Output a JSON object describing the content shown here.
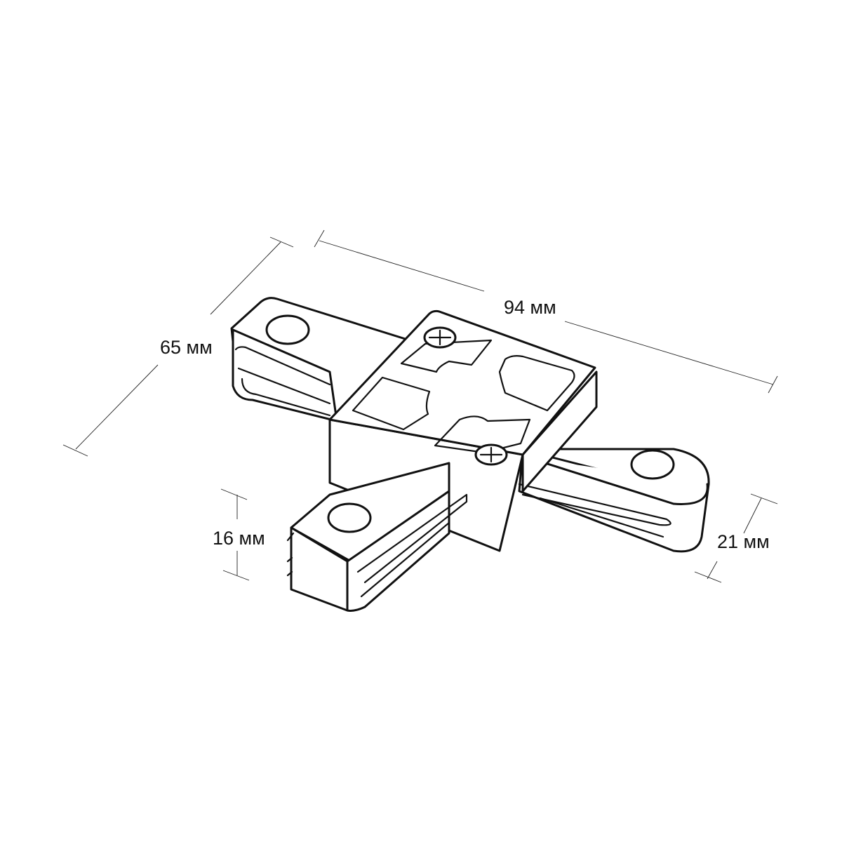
{
  "dimensions": {
    "length": "94 мм",
    "width": "65 мм",
    "arm_height": "16 мм",
    "body_height": "21 мм"
  },
  "colors": {
    "line": "#111111",
    "background": "#ffffff"
  }
}
